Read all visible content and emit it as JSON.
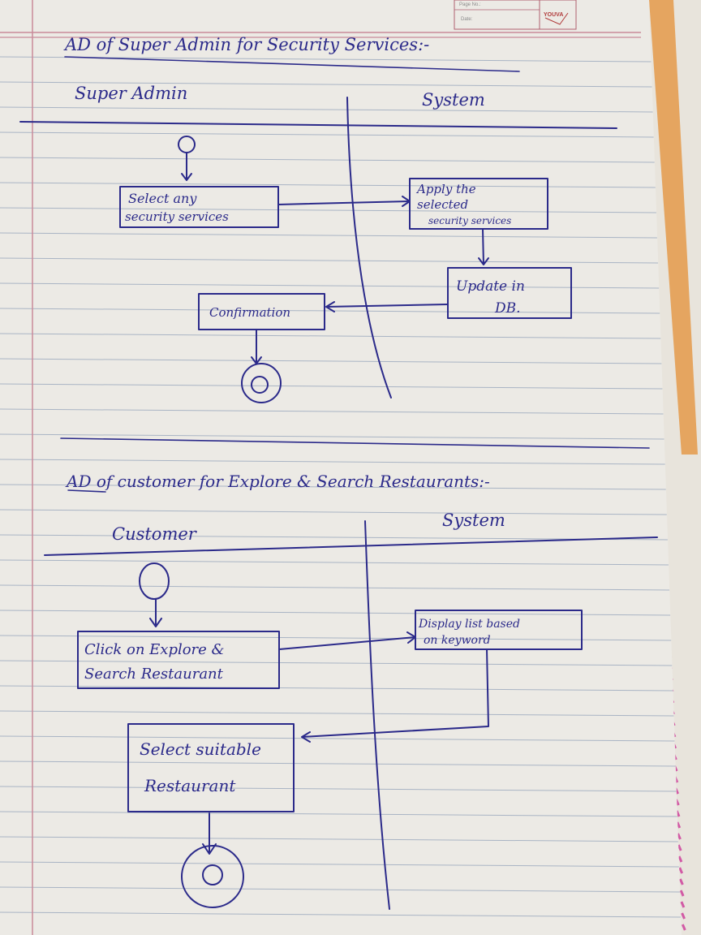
{
  "notebook": {
    "header": {
      "page_no_label": "Page No.:",
      "date_label": "Date:",
      "brand": "YOUVA"
    }
  },
  "diagram1": {
    "title": "AD of Super Admin for Security Services:-",
    "lanes": [
      "Super Admin",
      "System"
    ],
    "nodes": {
      "select": [
        "Select any",
        "security services"
      ],
      "apply": [
        "Apply the",
        "selected",
        "security services"
      ],
      "update": [
        "Update in",
        "DB."
      ],
      "confirm": "Confirmation"
    }
  },
  "diagram2": {
    "title": "AD of customer for Explore & Search Restaurants:-",
    "lanes": [
      "Customer",
      "System"
    ],
    "nodes": {
      "click": [
        "Click on Explore &",
        "Search Restaurant"
      ],
      "display": [
        "Display list based",
        "on keyword"
      ],
      "select": [
        "Select suitable",
        "Restaurant"
      ]
    }
  }
}
